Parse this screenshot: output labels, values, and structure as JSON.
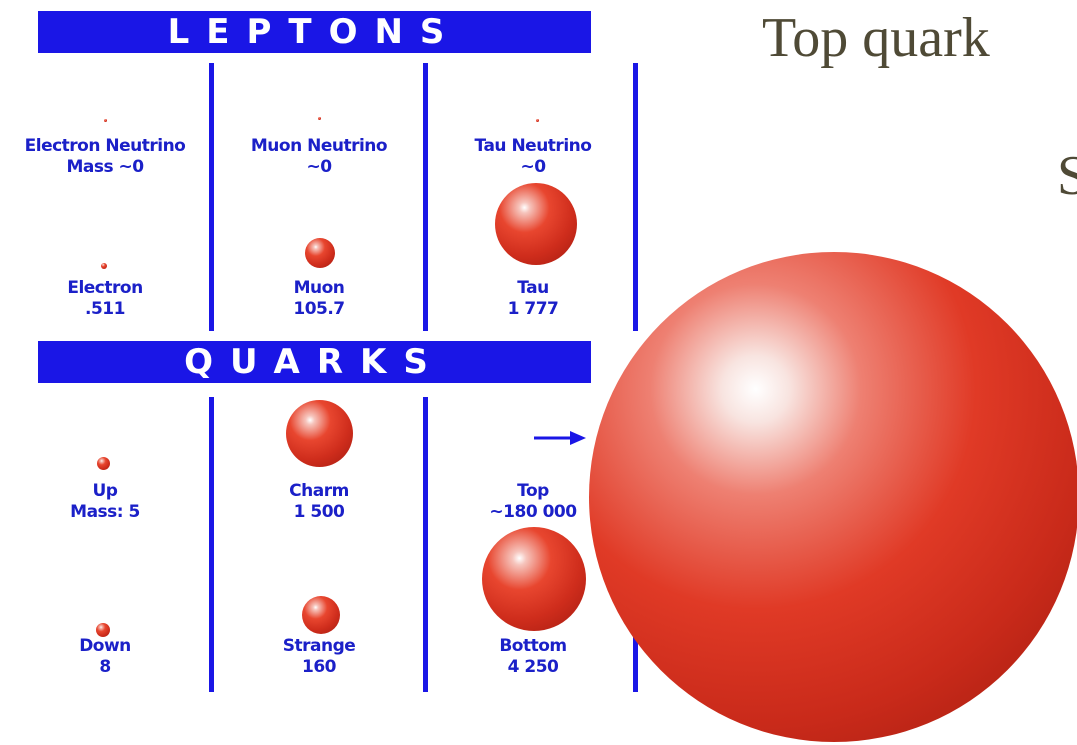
{
  "slide": {
    "title": "Top quark",
    "partial_letter": "S"
  },
  "chart": {
    "leptons_header": "LEPTONS",
    "quarks_header": "QUARKS",
    "leptons": [
      {
        "name": "Electron Neutrino",
        "mass": "Mass ~0"
      },
      {
        "name": "Muon Neutrino",
        "mass": "~0"
      },
      {
        "name": "Tau Neutrino",
        "mass": "~0"
      },
      {
        "name": "Electron",
        "mass": ".511"
      },
      {
        "name": "Muon",
        "mass": "105.7"
      },
      {
        "name": "Tau",
        "mass": "1 777"
      }
    ],
    "quarks": [
      {
        "name": "Up",
        "mass": "Mass: 5"
      },
      {
        "name": "Charm",
        "mass": "1 500"
      },
      {
        "name": "Top",
        "mass": "~180 000"
      },
      {
        "name": "Down",
        "mass": "8"
      },
      {
        "name": "Strange",
        "mass": "160"
      },
      {
        "name": "Bottom",
        "mass": "4 250"
      }
    ],
    "arrow_symbol": "→"
  },
  "colors": {
    "banner": "#1a16e6",
    "label": "#1b20c8",
    "sphere": "#d93320",
    "title": "#4f4a36"
  }
}
